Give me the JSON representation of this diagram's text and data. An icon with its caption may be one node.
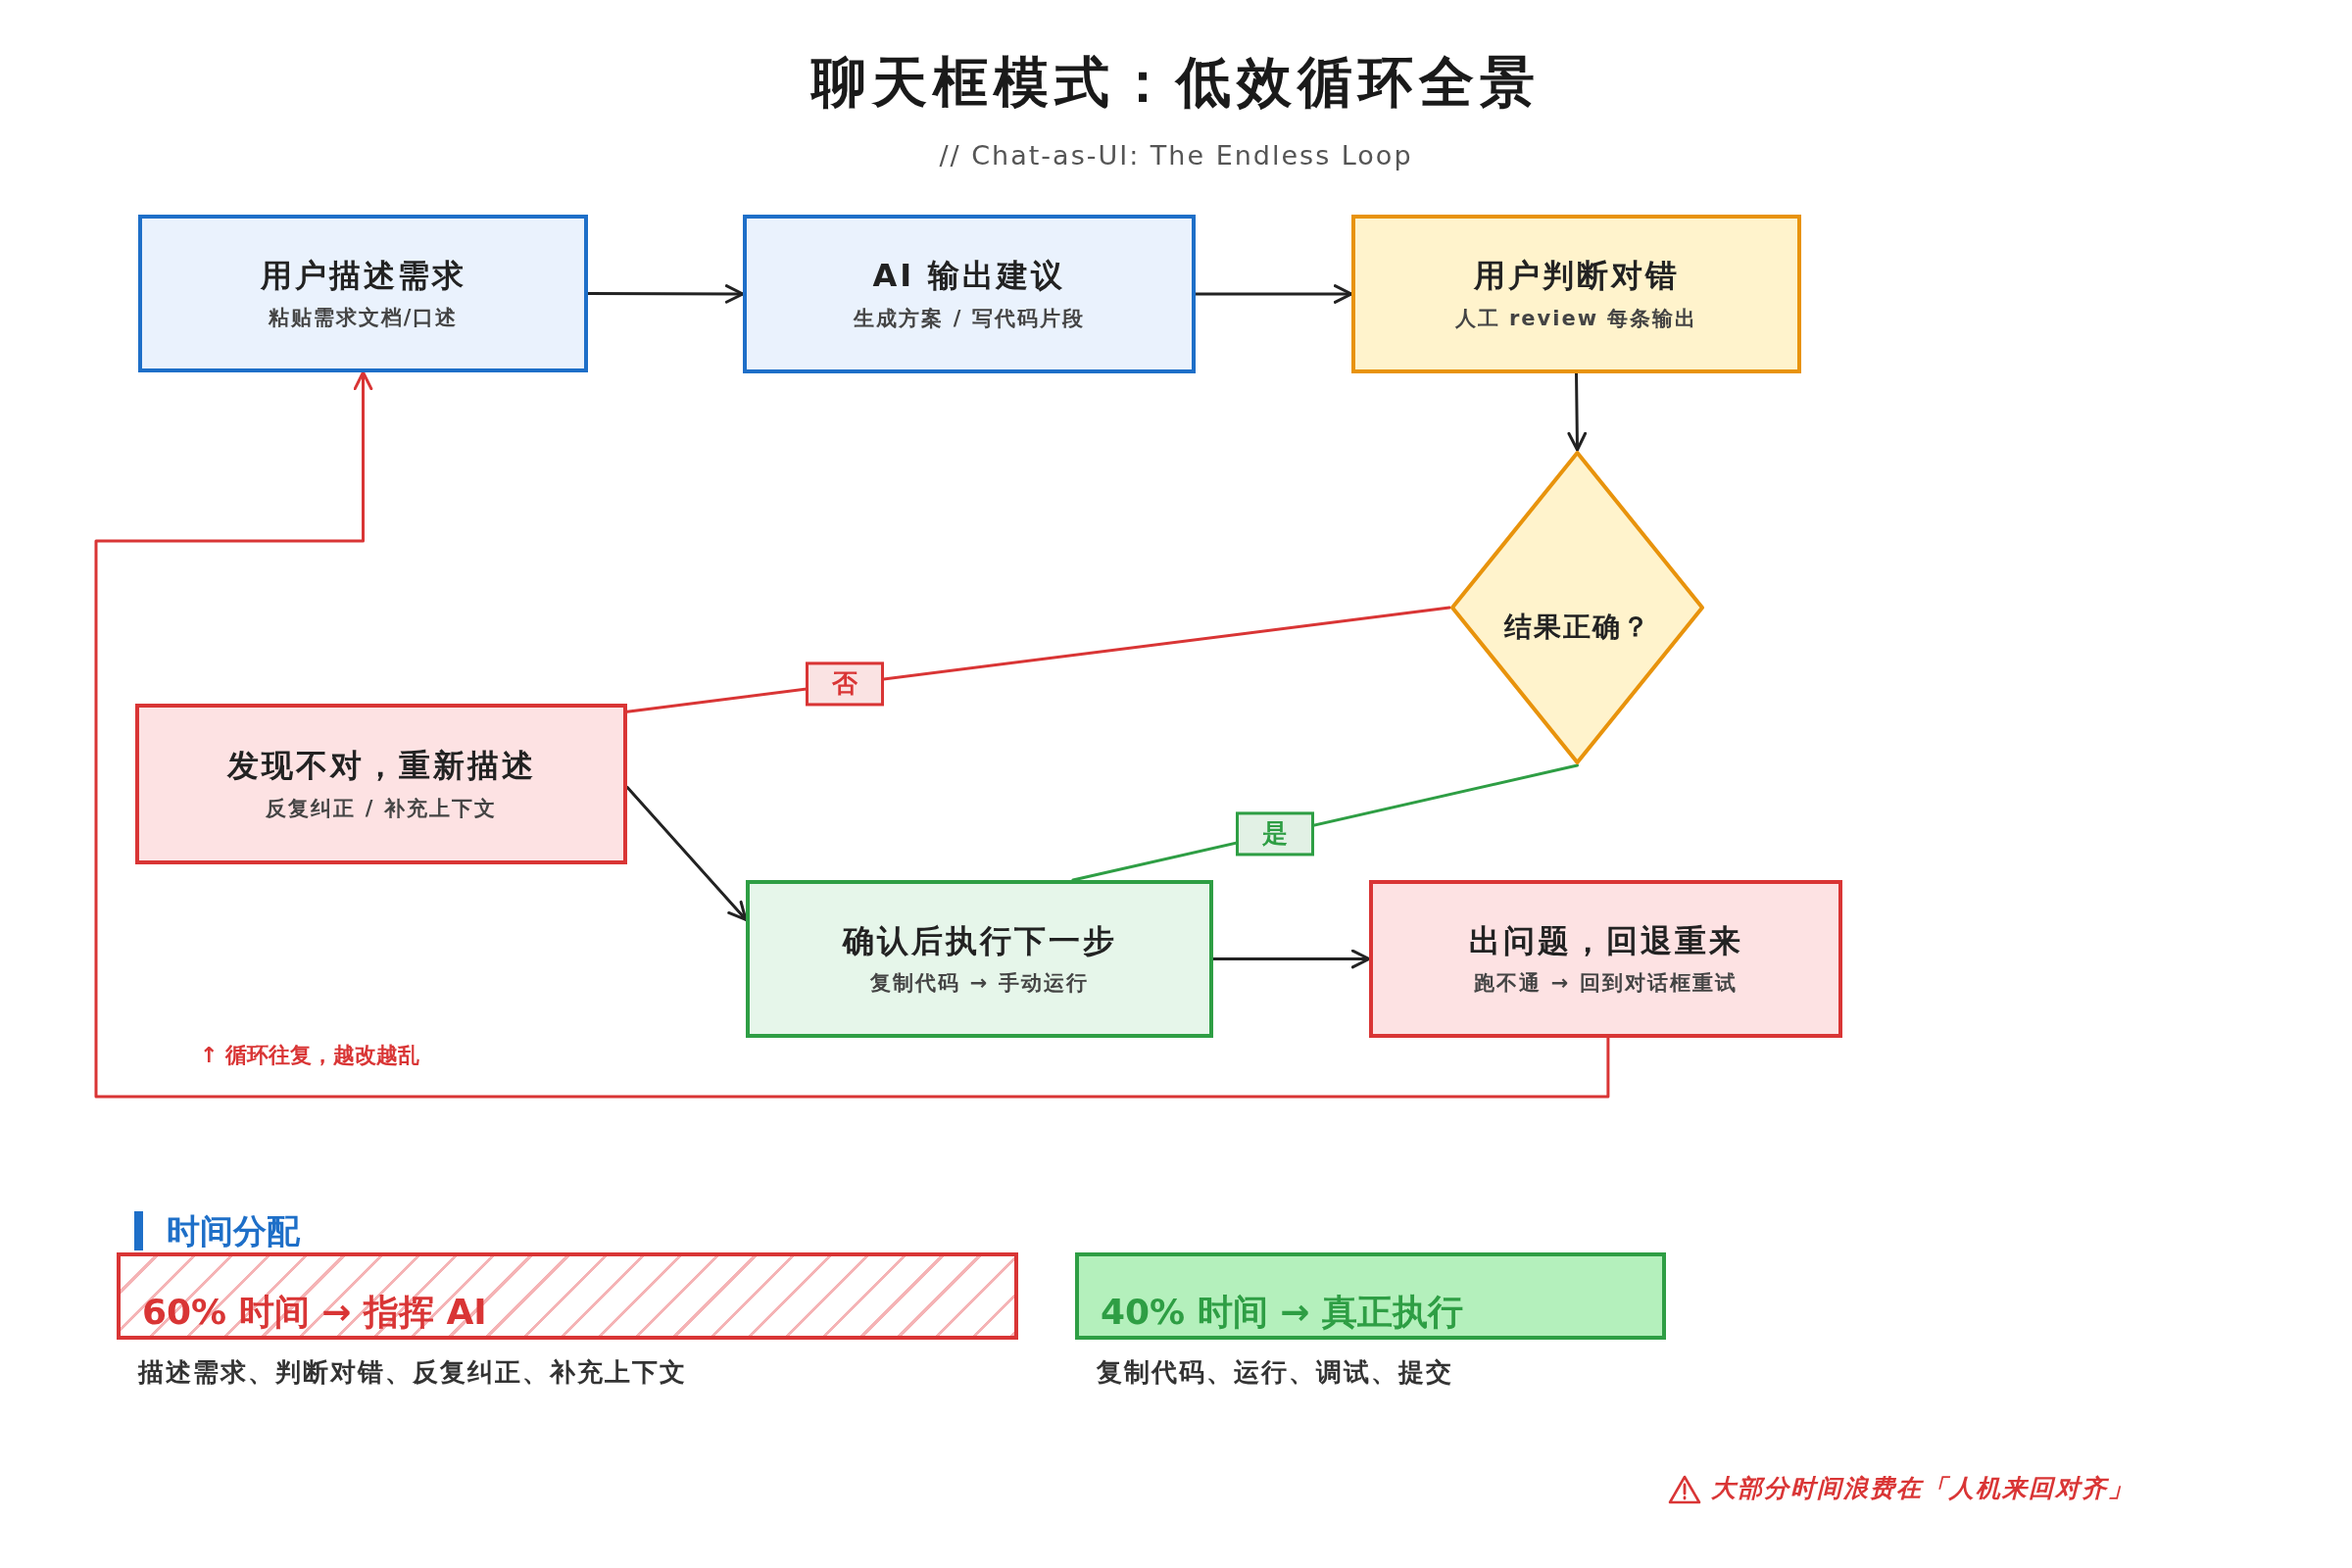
{
  "diagram": {
    "title": "聊天框模式：低效循环全景",
    "nodes": [
      {
        "text": [
          "用户描述需求",
          "粘贴需求文档/口述"
        ]
      },
      {
        "text": [
          "AI 输出建议",
          "生成方案 / 写代码片段"
        ]
      },
      {
        "text": [
          "用户判断对错",
          "人工 review 每条输出"
        ]
      },
      {
        "text": [
          "结果正确？"
        ]
      },
      {
        "text": [
          "发现不对，重新描述",
          "反复纠正 / 补充上下文"
        ]
      },
      {
        "text": [
          "确认后执行下一步",
          "复制代码 → 手动运行"
        ]
      },
      {
        "text": [
          "出问题，回退重来",
          "跑不通 → 回到对话框重试"
        ]
      },
      {
        "text": [
          "60% 时间 → 指挥 AI"
        ],
        "beside": [
          "描述需求、判断对错、反复纠正、补充上下文"
        ]
      },
      {
        "text": [
          "40% 时间 → 真正执行"
        ],
        "beside": [
          "复制代码、运行、调试、提交"
        ]
      }
    ],
    "edges": [
      {
        "from": 0,
        "to": 1,
        "arrow": "to"
      },
      {
        "from": 1,
        "to": 2,
        "arrow": "to"
      },
      {
        "from": 2,
        "to": 3,
        "arrow": "to"
      },
      {
        "from": 3,
        "to": 4,
        "arrow": "none",
        "label": "否",
        "color": "#d93535"
      },
      {
        "from": 3,
        "to": 5,
        "arrow": "none",
        "label": "是",
        "color": "#2e9e44"
      },
      {
        "from": 4,
        "to": 5,
        "arrow": "to"
      },
      {
        "from": 5,
        "to": 6,
        "arrow": "to"
      },
      {
        "from": 6,
        "to": 0,
        "arrow": "to",
        "color": "#d93535"
      }
    ],
    "labels": [
      "// Chat-as-UI: The Endless Loop",
      "↑ 循环往复，越改越乱",
      "时间分配",
      "大部分时间浪费在「人机来回对齐」"
    ]
  }
}
